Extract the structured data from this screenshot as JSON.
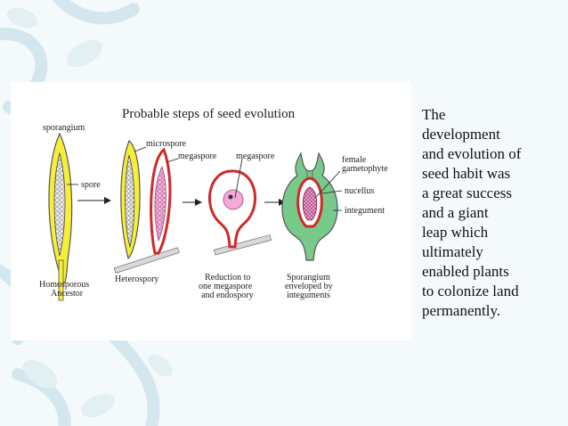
{
  "diagram": {
    "title": "Probable steps of seed evolution",
    "labels": {
      "sporangium": "sporangium",
      "spore": "spore",
      "microspore": "microspore",
      "megaspore_1": "megaspore",
      "megaspore_2": "megaspore",
      "female": "female",
      "gametophyte": "gametophyte",
      "nucellus": "nucellus",
      "integument": "integument"
    },
    "stages": {
      "s1_line1": "Homosporous",
      "s1_line2": "Ancestor",
      "s2_line1": "Heterospory",
      "s3_line1": "Reduction to",
      "s3_line2": "one megaspore",
      "s3_line3": "and endospory",
      "s4_line1": "Sporangium",
      "s4_line2": "enveloped by",
      "s4_line3": "integuments"
    }
  },
  "caption": {
    "lines": [
      "The",
      "development",
      "and evolution of",
      "seed habit was",
      "a great success",
      "and a giant",
      "leap which",
      "ultimately",
      "enabled plants",
      "to colonize land",
      "permanently."
    ]
  },
  "colors": {
    "background": "#f4f9fb",
    "decoration": "#d4e7ee",
    "sporangium_fill": "#f6ee3a",
    "megasporangium_wall": "#cf2a2a",
    "megaspore_fill": "#f5a9d6",
    "integument_fill": "#79c98b"
  }
}
